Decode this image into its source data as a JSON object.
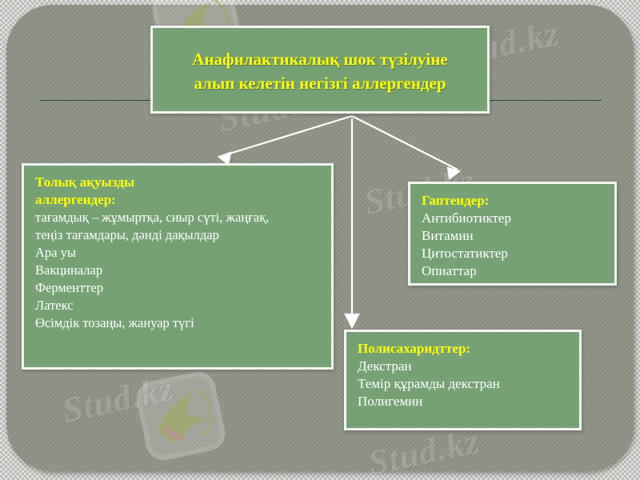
{
  "slide": {
    "title_box": {
      "line1": "Анафилактикалық шок түзілуіне",
      "line2": "алып келетін негізгі аллергендер"
    },
    "boxes": [
      {
        "id": "proteins",
        "heading_line1": "Толық ақуызды",
        "heading_line2": "аллергендер:",
        "items": [
          "тағамдық – жұмыртқа, сиыр сүті, жаңғақ,",
          "теңіз тағамдары,  дәнді дақылдар",
          "Ара уы",
          "Вакциналар",
          "Ферменттер",
          "Латекс",
          "Өсімдік тозаңы, жануар түгі"
        ]
      },
      {
        "id": "haptens",
        "heading_line1": "Гаптендер:",
        "items": [
          "Антибиотиктер",
          "Витамин",
          "Цитостатиктер",
          "Опиаттар"
        ]
      },
      {
        "id": "polysaccharides",
        "heading_line1": "Полисахаридттер:",
        "items": [
          "Декстран",
          "Темір құрамды декстран",
          "Полигемин"
        ]
      }
    ],
    "watermarks": {
      "text": "Stud.kz",
      "logo_name": "hummingbird-logo"
    },
    "colors": {
      "box_fill": "#76a175",
      "box_border": "#f3f5f0",
      "heading_text": "#ffff00",
      "body_text": "#ffffff",
      "panel_bg": "#8a8f82",
      "outer_bg": "#cdd0ca",
      "rule": "#2f4a2c",
      "arrow": "#ffffff"
    }
  }
}
